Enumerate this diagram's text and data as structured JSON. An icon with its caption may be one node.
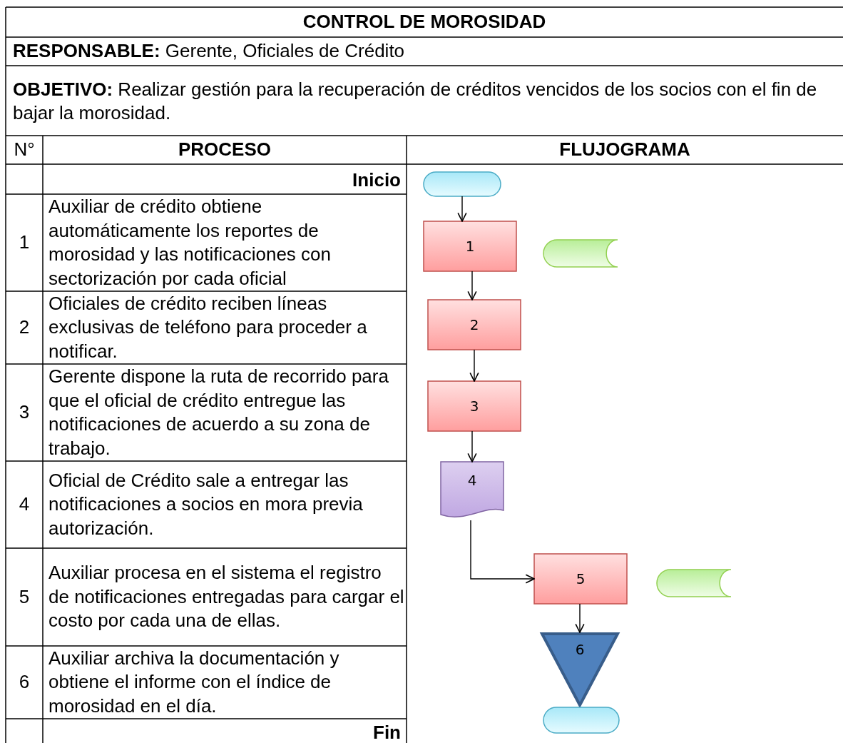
{
  "diagram": {
    "title": "CONTROL DE MOROSIDAD",
    "nodes": [
      {
        "text": [],
        "shape": "capsule"
      },
      {
        "text": [
          "1"
        ]
      },
      {
        "text": [],
        "shape": "storage"
      },
      {
        "text": [
          "2"
        ]
      },
      {
        "text": [
          "3"
        ]
      },
      {
        "text": [
          "4"
        ]
      },
      {
        "text": [
          "5"
        ]
      },
      {
        "text": [],
        "shape": "storage"
      },
      {
        "text": [
          "6"
        ]
      },
      {
        "text": [],
        "shape": "capsule"
      }
    ],
    "edges": [
      {
        "from": 0,
        "to": 1,
        "arrow": "to"
      },
      {
        "from": 1,
        "to": 3,
        "arrow": "to"
      },
      {
        "from": 3,
        "to": 4,
        "arrow": "to"
      },
      {
        "from": 4,
        "to": 5,
        "arrow": "to"
      },
      {
        "from": 5,
        "to": 6,
        "arrow": "to"
      },
      {
        "from": 6,
        "to": 8,
        "arrow": "to"
      }
    ],
    "labels": [
      "**RESPONSABLE:** Gerente, Oficiales de Crédito",
      "**OBJETIVO:** Realizar gestión para la recuperación de créditos vencidos de los socios con el fin de bajar la morosidad.",
      "N°",
      "PROCESO",
      "FLUJOGRAMA",
      "Inicio",
      "1",
      "Auxiliar de crédito obtiene automáticamente los reportes de morosidad y las notificaciones con sectorización por cada oficial",
      "2",
      "Oficiales de crédito reciben líneas exclusivas de teléfono para proceder a notificar.",
      "3",
      "Gerente dispone la ruta de recorrido para que el oficial de crédito entregue las notificaciones de acuerdo a su zona de trabajo.",
      "4",
      "Oficial de Crédito sale a entregar las notificaciones a socios en mora previa autorización.",
      "5",
      "Auxiliar procesa en el sistema el registro de notificaciones entregadas para cargar el costo por cada una de ellas.",
      "6",
      "Auxiliar archiva la documentación y obtiene el informe con el índice de morosidad en el día.",
      "Fin"
    ]
  }
}
